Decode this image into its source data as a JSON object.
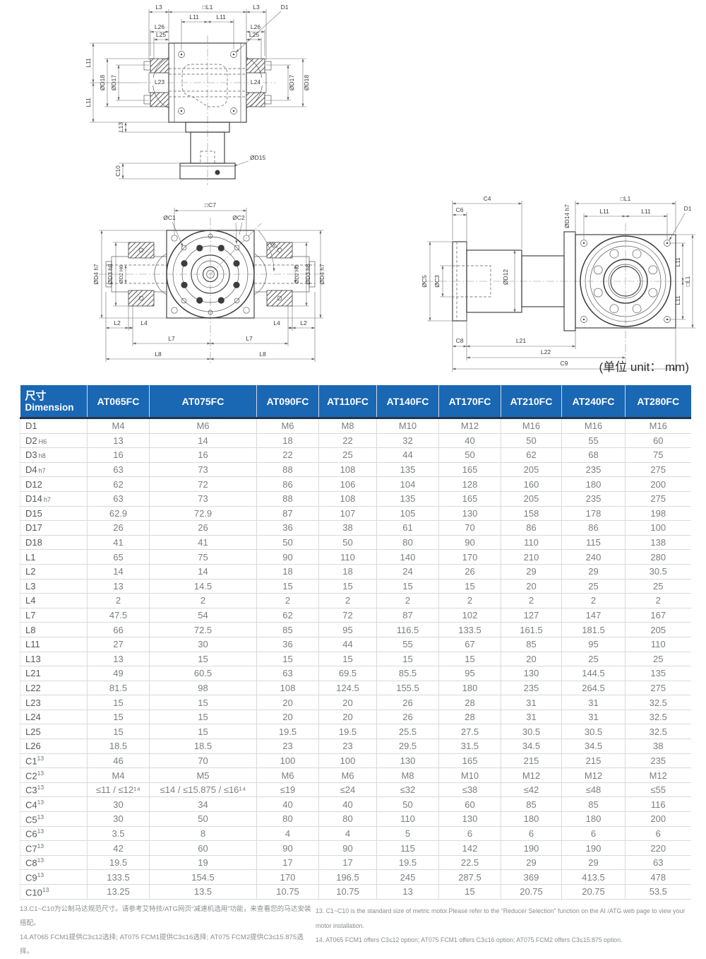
{
  "unit_note": "(单位 unit： mm)",
  "dim_labels": {
    "L1": "□L1",
    "L2": "L2",
    "L3": "L3",
    "L4": "L4",
    "L7": "L7",
    "L8": "L8",
    "L11": "L11",
    "L13": "L13",
    "L21": "L21",
    "L22": "L22",
    "L23": "L23",
    "L24": "L24",
    "L25": "L25",
    "L26": "L26",
    "C1": "ØC1",
    "C2": "ØC2",
    "C3": "ØC3",
    "C4": "C4",
    "C5": "ØC5",
    "C6": "C6",
    "C7": "□C7",
    "C8": "C8",
    "C9": "C9",
    "C10": "C10",
    "D1": "D1",
    "D2": "ØD2 H6",
    "D3": "ØD3 h8",
    "D4": "ØD4 h7",
    "D12": "ØD12",
    "D14": "ØD14 h7",
    "D15": "ØD15",
    "D17": "ØD17",
    "D18": "ØD18",
    "angle": "45°"
  },
  "table": {
    "header": {
      "dim_cn": "尺寸",
      "dim_en": "Dimension"
    },
    "columns": [
      "AT065FC",
      "AT075FC",
      "AT090FC",
      "AT110FC",
      "AT140FC",
      "AT170FC",
      "AT210FC",
      "AT240FC",
      "AT280FC"
    ],
    "rows": [
      {
        "label": "D1",
        "sub": "",
        "sup": "",
        "values": [
          "M4",
          "M6",
          "M6",
          "M8",
          "M10",
          "M12",
          "M16",
          "M16",
          "M16"
        ]
      },
      {
        "label": "D2",
        "sub": "H6",
        "sup": "",
        "values": [
          "13",
          "14",
          "18",
          "22",
          "32",
          "40",
          "50",
          "55",
          "60"
        ]
      },
      {
        "label": "D3",
        "sub": "h8",
        "sup": "",
        "values": [
          "16",
          "16",
          "22",
          "25",
          "44",
          "50",
          "62",
          "68",
          "75"
        ]
      },
      {
        "label": "D4",
        "sub": "h7",
        "sup": "",
        "values": [
          "63",
          "73",
          "88",
          "108",
          "135",
          "165",
          "205",
          "235",
          "275"
        ]
      },
      {
        "label": "D12",
        "sub": "",
        "sup": "",
        "values": [
          "62",
          "72",
          "86",
          "106",
          "104",
          "128",
          "160",
          "180",
          "200"
        ]
      },
      {
        "label": "D14",
        "sub": "h7",
        "sup": "",
        "values": [
          "63",
          "73",
          "88",
          "108",
          "135",
          "165",
          "205",
          "235",
          "275"
        ]
      },
      {
        "label": "D15",
        "sub": "",
        "sup": "",
        "values": [
          "62.9",
          "72.9",
          "87",
          "107",
          "105",
          "130",
          "158",
          "178",
          "198"
        ]
      },
      {
        "label": "D17",
        "sub": "",
        "sup": "",
        "values": [
          "26",
          "26",
          "36",
          "38",
          "61",
          "70",
          "86",
          "86",
          "100"
        ]
      },
      {
        "label": "D18",
        "sub": "",
        "sup": "",
        "values": [
          "41",
          "41",
          "50",
          "50",
          "80",
          "90",
          "110",
          "115",
          "138"
        ]
      },
      {
        "label": "L1",
        "sub": "",
        "sup": "",
        "values": [
          "65",
          "75",
          "90",
          "110",
          "140",
          "170",
          "210",
          "240",
          "280"
        ]
      },
      {
        "label": "L2",
        "sub": "",
        "sup": "",
        "values": [
          "14",
          "14",
          "18",
          "18",
          "24",
          "26",
          "29",
          "29",
          "30.5"
        ]
      },
      {
        "label": "L3",
        "sub": "",
        "sup": "",
        "values": [
          "13",
          "14.5",
          "15",
          "15",
          "15",
          "15",
          "20",
          "25",
          "25"
        ]
      },
      {
        "label": "L4",
        "sub": "",
        "sup": "",
        "values": [
          "2",
          "2",
          "2",
          "2",
          "2",
          "2",
          "2",
          "2",
          "2"
        ]
      },
      {
        "label": "L7",
        "sub": "",
        "sup": "",
        "values": [
          "47.5",
          "54",
          "62",
          "72",
          "87",
          "102",
          "127",
          "147",
          "167"
        ]
      },
      {
        "label": "L8",
        "sub": "",
        "sup": "",
        "values": [
          "66",
          "72.5",
          "85",
          "95",
          "116.5",
          "133.5",
          "161.5",
          "181.5",
          "205"
        ]
      },
      {
        "label": "L11",
        "sub": "",
        "sup": "",
        "values": [
          "27",
          "30",
          "36",
          "44",
          "55",
          "67",
          "85",
          "95",
          "110"
        ]
      },
      {
        "label": "L13",
        "sub": "",
        "sup": "",
        "values": [
          "13",
          "15",
          "15",
          "15",
          "15",
          "15",
          "20",
          "25",
          "25"
        ]
      },
      {
        "label": "L21",
        "sub": "",
        "sup": "",
        "values": [
          "49",
          "60.5",
          "63",
          "69.5",
          "85.5",
          "95",
          "130",
          "144.5",
          "135"
        ]
      },
      {
        "label": "L22",
        "sub": "",
        "sup": "",
        "values": [
          "81.5",
          "98",
          "108",
          "124.5",
          "155.5",
          "180",
          "235",
          "264.5",
          "275"
        ]
      },
      {
        "label": "L23",
        "sub": "",
        "sup": "",
        "values": [
          "15",
          "15",
          "20",
          "20",
          "26",
          "28",
          "31",
          "31",
          "32.5"
        ]
      },
      {
        "label": "L24",
        "sub": "",
        "sup": "",
        "values": [
          "15",
          "15",
          "20",
          "20",
          "26",
          "28",
          "31",
          "31",
          "32.5"
        ]
      },
      {
        "label": "L25",
        "sub": "",
        "sup": "",
        "values": [
          "15",
          "15",
          "19.5",
          "19.5",
          "25.5",
          "27.5",
          "30.5",
          "30.5",
          "32.5"
        ]
      },
      {
        "label": "L26",
        "sub": "",
        "sup": "",
        "values": [
          "18.5",
          "18.5",
          "23",
          "23",
          "29.5",
          "31.5",
          "34.5",
          "34.5",
          "38"
        ]
      },
      {
        "label": "C1",
        "sub": "",
        "sup": "13",
        "values": [
          "46",
          "70",
          "100",
          "100",
          "130",
          "165",
          "215",
          "215",
          "235"
        ]
      },
      {
        "label": "C2",
        "sub": "",
        "sup": "13",
        "values": [
          "M4",
          "M5",
          "M6",
          "M6",
          "M8",
          "M10",
          "M12",
          "M12",
          "M12"
        ]
      },
      {
        "label": "C3",
        "sub": "",
        "sup": "13",
        "values": [
          "≤11 / ≤12¹⁴",
          "≤14 / ≤15.875 / ≤16¹⁴",
          "≤19",
          "≤24",
          "≤32",
          "≤38",
          "≤42",
          "≤48",
          "≤55"
        ]
      },
      {
        "label": "C4",
        "sub": "",
        "sup": "13",
        "values": [
          "30",
          "34",
          "40",
          "40",
          "50",
          "60",
          "85",
          "85",
          "116"
        ]
      },
      {
        "label": "C5",
        "sub": "",
        "sup": "13",
        "values": [
          "30",
          "50",
          "80",
          "80",
          "110",
          "130",
          "180",
          "180",
          "200"
        ]
      },
      {
        "label": "C6",
        "sub": "",
        "sup": "13",
        "values": [
          "3.5",
          "8",
          "4",
          "4",
          "5",
          "6",
          "6",
          "6",
          "6"
        ]
      },
      {
        "label": "C7",
        "sub": "",
        "sup": "13",
        "values": [
          "42",
          "60",
          "90",
          "90",
          "115",
          "142",
          "190",
          "190",
          "220"
        ]
      },
      {
        "label": "C8",
        "sub": "",
        "sup": "13",
        "values": [
          "19.5",
          "19",
          "17",
          "17",
          "19.5",
          "22.5",
          "29",
          "29",
          "63"
        ]
      },
      {
        "label": "C9",
        "sub": "",
        "sup": "13",
        "values": [
          "133.5",
          "154.5",
          "170",
          "196.5",
          "245",
          "287.5",
          "369",
          "413.5",
          "478"
        ]
      },
      {
        "label": "C10",
        "sub": "",
        "sup": "13",
        "values": [
          "13.25",
          "13.5",
          "10.75",
          "10.75",
          "13",
          "15",
          "20.75",
          "20.75",
          "53.5"
        ]
      }
    ]
  },
  "footnotes": {
    "cn1": "13.C1~C10为公制马达规范尺寸。请参考艾特技/ATG网页“减速机选用”功能，来查看您的马达安装搭配。",
    "cn2": "14.AT065 FCM1提供C3≤12选择; AT075 FCM1提供C3≤16选择; AT075 FCM2提供C3≤15.875选择。",
    "en1": "13. C1~C10 is the standard size of metric motor.Please refer to the “Reducer Selection” function on the AI /ATG web page to view your motor installation.",
    "en2": "14. AT065 FCM1 offers C3≤12 option; AT075 FCM1 offers C3≤16 option; AT075 FCM2 offers C3≤15.875 option."
  },
  "colors": {
    "header_bg": "#1A67B4",
    "header_text": "#ffffff",
    "grid": "#d7dadd",
    "value_text": "#7b7e82"
  }
}
